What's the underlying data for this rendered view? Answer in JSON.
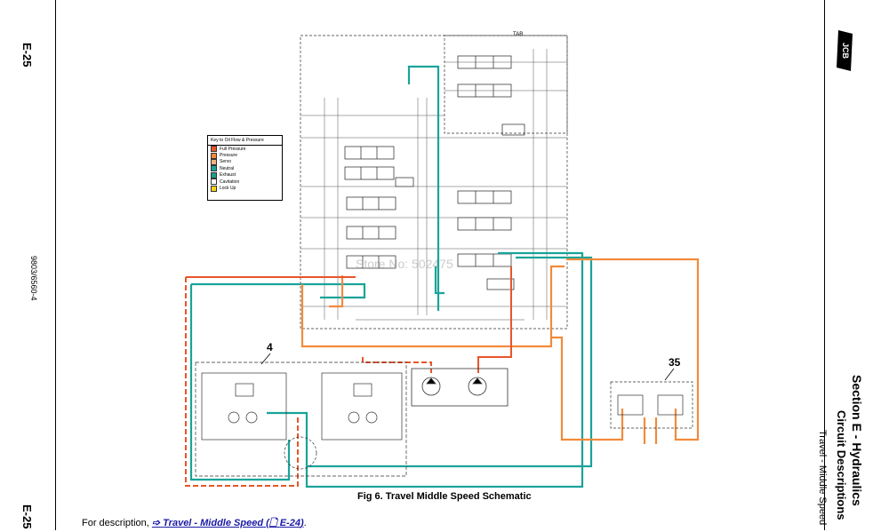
{
  "page": {
    "page_code_top": "E-25",
    "page_code_bottom": "E-25",
    "doc_number": "9803/6560-4"
  },
  "header": {
    "section_title": "Section E - Hydraulics",
    "subsection": "Circuit Descriptions",
    "topic": "Travel - Middle Speed",
    "logo_text": "JCB"
  },
  "figure": {
    "caption": "Fig 6. Travel Middle Speed Schematic",
    "callout_4": "4",
    "callout_35": "35",
    "valve_block_label": "TAB",
    "watermark": "Store No: 502475"
  },
  "legend": {
    "title": "Key to Oil Flow & Pressure",
    "items": [
      {
        "label": "Full Pressure",
        "color": "#e8552a"
      },
      {
        "label": "Pressure",
        "color": "#f28a3c"
      },
      {
        "label": "Servo",
        "color": "#f4b183"
      },
      {
        "label": "Neutral",
        "color": "#1aa39a"
      },
      {
        "label": "Exhaust",
        "color": "#17a086"
      },
      {
        "label": "Cavitation",
        "color": "#ffffff"
      },
      {
        "label": "Lock Up",
        "color": "#f5d31c"
      }
    ]
  },
  "footer": {
    "prefix": "For description,",
    "link_text": "Travel - Middle Speed",
    "ref": "E-24",
    "suffix": "."
  },
  "colors": {
    "pressure": "#f28a3c",
    "full_pressure": "#e8552a",
    "neutral": "#1aa39a"
  }
}
